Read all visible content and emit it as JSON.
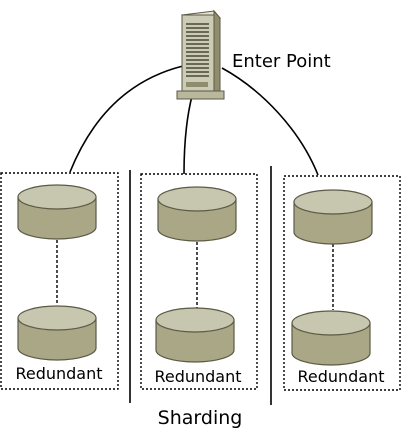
{
  "entry": {
    "label": "Enter Point"
  },
  "shards": [
    {
      "label": "Redundant"
    },
    {
      "label": "Redundant"
    },
    {
      "label": "Redundant"
    }
  ],
  "footer": {
    "label": "Sharding"
  },
  "colors": {
    "cylinder_top": "#c7c6ae",
    "cylinder_body": "#a9a786",
    "cylinder_edge": "#5c5a46",
    "server_body": "#cccbb5",
    "server_dark": "#8f8d6c",
    "line": "#000000"
  }
}
